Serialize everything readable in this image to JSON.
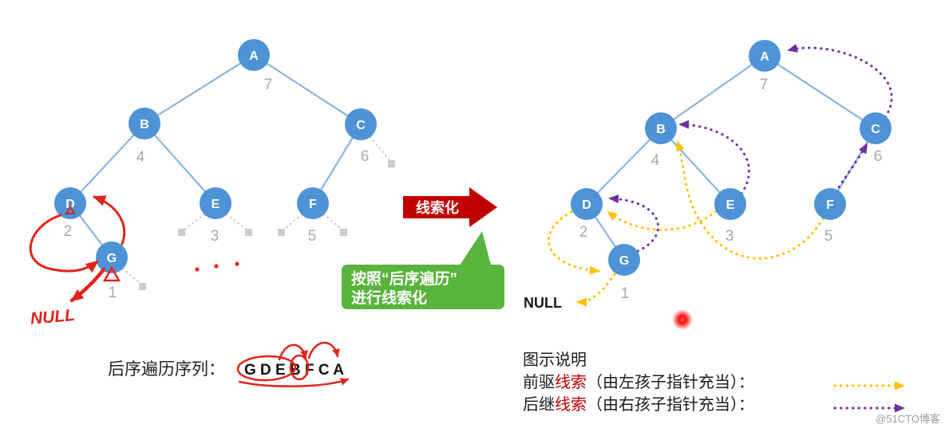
{
  "colors": {
    "node_fill": "#4E93D6",
    "node_stroke": "#3E7CBF",
    "edge": "#8AB4E0",
    "number": "#A9A9A9",
    "dashed_gray": "#CCCCCC",
    "annotation_red": "#E0241B",
    "arrow_fill": "#C00000",
    "bubble_fill": "#58B43C",
    "thread_pre": "#FFC000",
    "thread_succ": "#7030A0"
  },
  "tree": {
    "nodes": [
      {
        "label": "A",
        "num": "7"
      },
      {
        "label": "B",
        "num": "4"
      },
      {
        "label": "C",
        "num": "6"
      },
      {
        "label": "D",
        "num": "2"
      },
      {
        "label": "E",
        "num": "3"
      },
      {
        "label": "F",
        "num": "5"
      },
      {
        "label": "G",
        "num": "1"
      }
    ]
  },
  "transform": {
    "label": "线索化"
  },
  "bubble": {
    "line1": "按照“后序遍历”",
    "line2": "进行线索化"
  },
  "handwriting": {
    "null_label": "NULL"
  },
  "right_tree": {
    "null_label": "NULL"
  },
  "sequence": {
    "prefix": "后序遍历序列：",
    "letters": "G D E B F C A"
  },
  "legend": {
    "title": "图示说明",
    "pre_head": "前驱",
    "pre_red": "线索",
    "pre_rest": "（由左孩子指针充当）：",
    "succ_head": "后继",
    "succ_red": "线索",
    "succ_rest": "（由右孩子指针充当）："
  },
  "watermark": "@51CTO博客"
}
